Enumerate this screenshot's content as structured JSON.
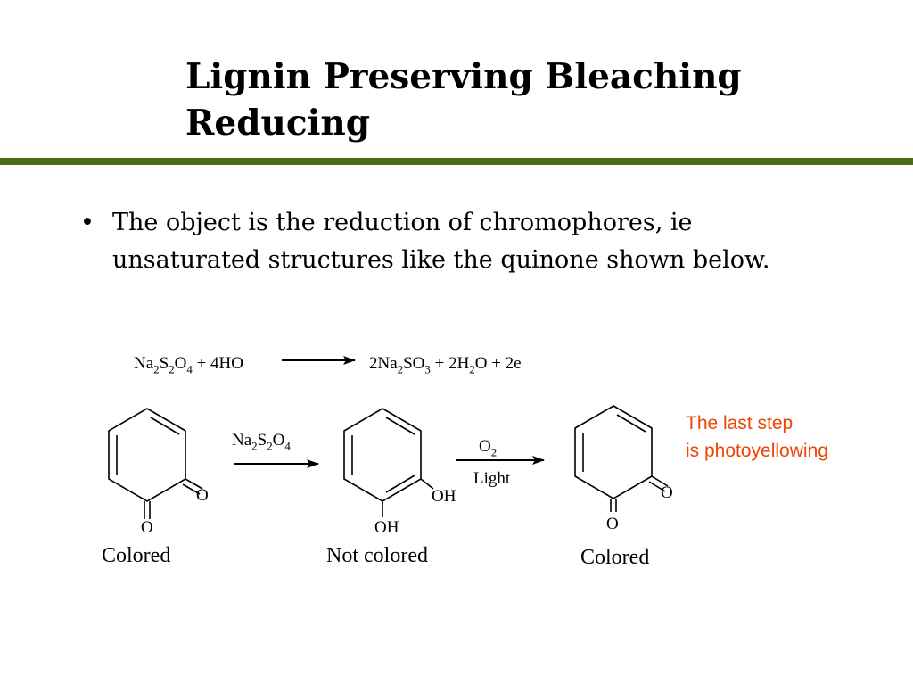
{
  "title": {
    "line1": "Lignin Preserving Bleaching",
    "line2": "Reducing"
  },
  "colors": {
    "rule": "#4a6b1a",
    "note": "#ee4400",
    "text": "#000000"
  },
  "bullet": {
    "glyph": "•",
    "line1": "The object is the reduction of chromophores, ie",
    "line2": "unsaturated structures like the quinone shown below."
  },
  "equation": {
    "lhs": [
      {
        "t": "Na"
      },
      {
        "t": "2",
        "sub": true
      },
      {
        "t": "S"
      },
      {
        "t": "2",
        "sub": true
      },
      {
        "t": "O"
      },
      {
        "t": "4",
        "sub": true
      },
      {
        "t": "  +  4HO"
      },
      {
        "t": "-",
        "sup": true
      }
    ],
    "rhs": [
      {
        "t": "2Na"
      },
      {
        "t": "2",
        "sub": true
      },
      {
        "t": "SO"
      },
      {
        "t": "3",
        "sub": true
      },
      {
        "t": "  +  2H"
      },
      {
        "t": "2",
        "sub": true
      },
      {
        "t": "O  +  2e"
      },
      {
        "t": "-",
        "sup": true
      }
    ]
  },
  "scheme": {
    "reagent1": [
      {
        "t": "Na"
      },
      {
        "t": "2",
        "sub": true
      },
      {
        "t": "S"
      },
      {
        "t": "2",
        "sub": true
      },
      {
        "t": "O"
      },
      {
        "t": "4",
        "sub": true
      }
    ],
    "reagent2_top": [
      {
        "t": "O"
      },
      {
        "t": "2",
        "sub": true
      }
    ],
    "reagent2_bottom": "Light",
    "mol1": {
      "o1": "O",
      "o2": "O",
      "label": "Colored"
    },
    "mol2": {
      "oh1": "OH",
      "oh2": "OH",
      "label": "Not colored"
    },
    "mol3": {
      "o1": "O",
      "o2": "O",
      "label": "Colored"
    }
  },
  "note": {
    "line1": "The last step",
    "line2": "is photoyellowing"
  }
}
